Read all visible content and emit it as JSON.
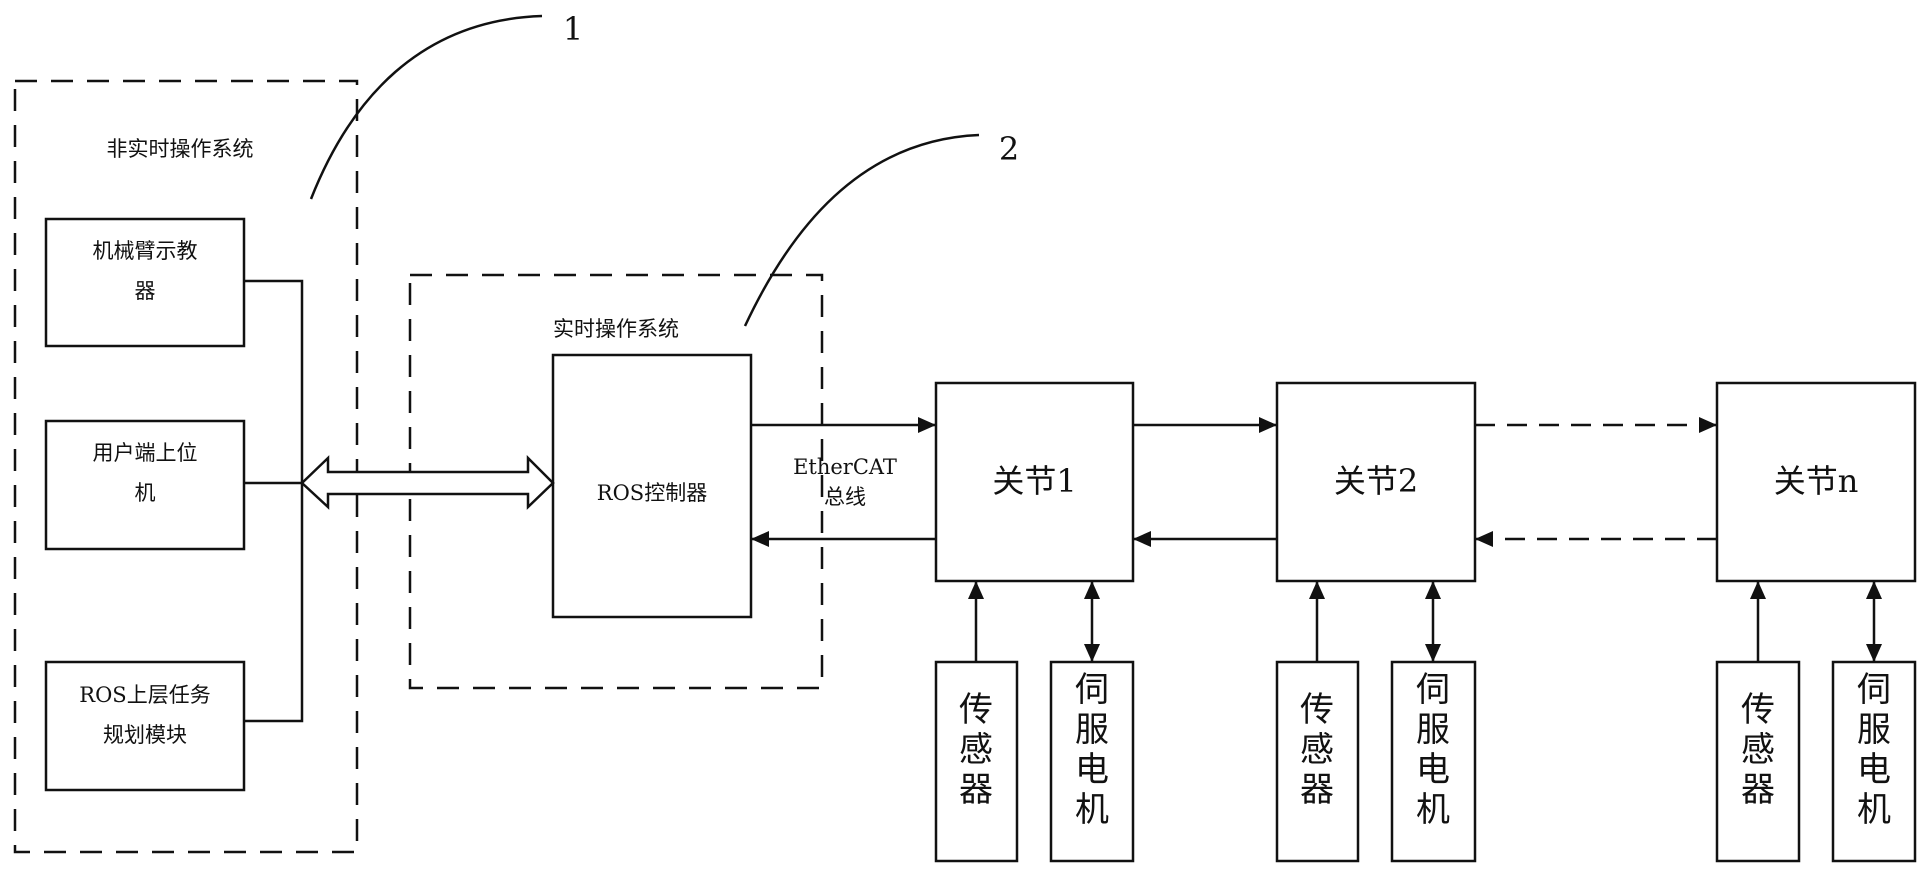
{
  "callouts": [
    {
      "id": "1",
      "label": "1"
    },
    {
      "id": "2",
      "label": "2"
    }
  ],
  "non_realtime_os": {
    "title": "非实时操作系统",
    "modules": [
      {
        "label_line1": "机械臂示教",
        "label_line2": "器"
      },
      {
        "label_line1": "用户端上位",
        "label_line2": "机"
      },
      {
        "label_line1": "ROS上层任务",
        "label_line2": "规划模块"
      }
    ]
  },
  "realtime_os": {
    "title": "实时操作系统",
    "controller": "ROS控制器"
  },
  "bus": {
    "line1": "EtherCAT",
    "line2": "总线"
  },
  "joints": [
    {
      "label": "关节1",
      "sensor": "传感器",
      "motor": "伺服电机"
    },
    {
      "label": "关节2",
      "sensor": "传感器",
      "motor": "伺服电机"
    },
    {
      "label": "关节n",
      "sensor": "传感器",
      "motor": "伺服电机"
    }
  ]
}
